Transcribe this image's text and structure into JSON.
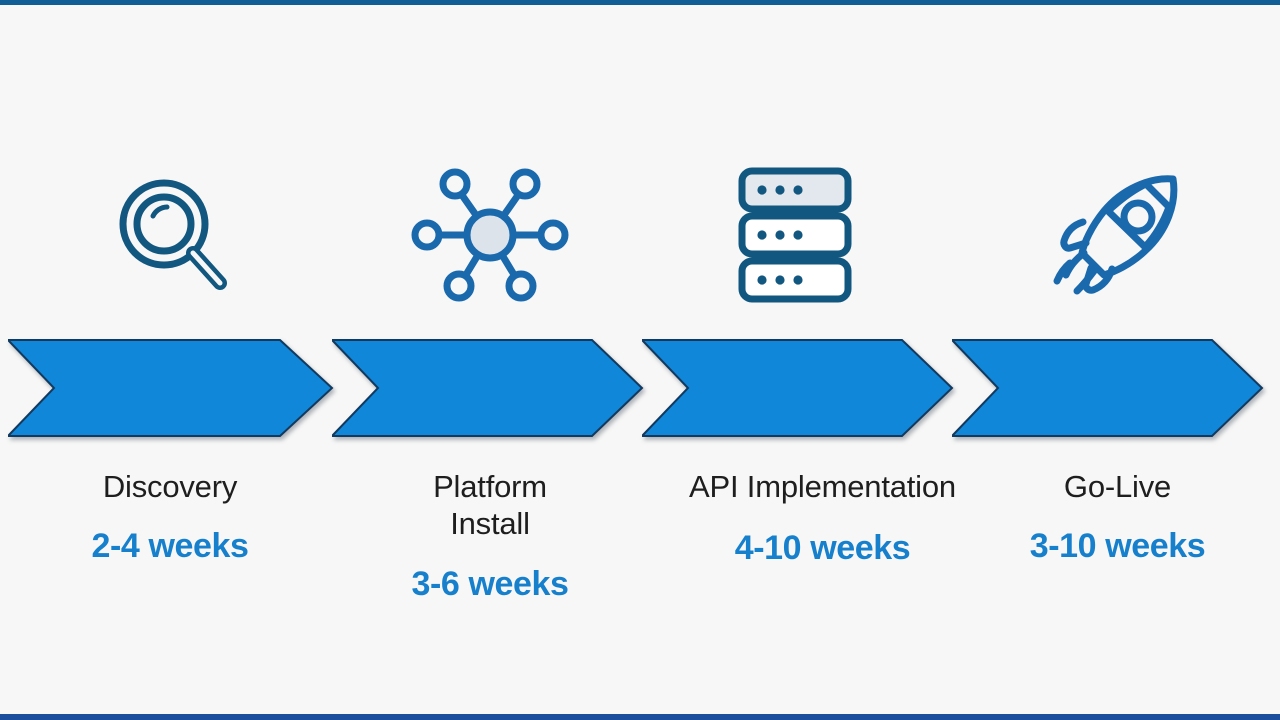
{
  "theme": {
    "background": "#f7f7f7",
    "chevron_fill": "#1187da",
    "chevron_outline": "#123a5e",
    "icon_stroke": "#12577f",
    "icon_accent_fill": "#dde3ea",
    "phase_name_color": "#1e1e1e",
    "duration_color": "#1780cc",
    "top_bar_color": "#115e96",
    "bottom_bar_color": "#1b4f9e"
  },
  "timeline": {
    "phases": [
      {
        "id": "discovery",
        "icon": "magnifying-glass-icon",
        "name": "Discovery",
        "duration": "2-4 weeks"
      },
      {
        "id": "platform-install",
        "icon": "network-hub-icon",
        "name": "Platform\nInstall",
        "duration": "3-6 weeks"
      },
      {
        "id": "api-implementation",
        "icon": "server-stack-icon",
        "name": "API Implementation",
        "duration": "4-10 weeks"
      },
      {
        "id": "go-live",
        "icon": "rocket-icon",
        "name": "Go-Live",
        "duration": "3-10 weeks"
      }
    ]
  }
}
